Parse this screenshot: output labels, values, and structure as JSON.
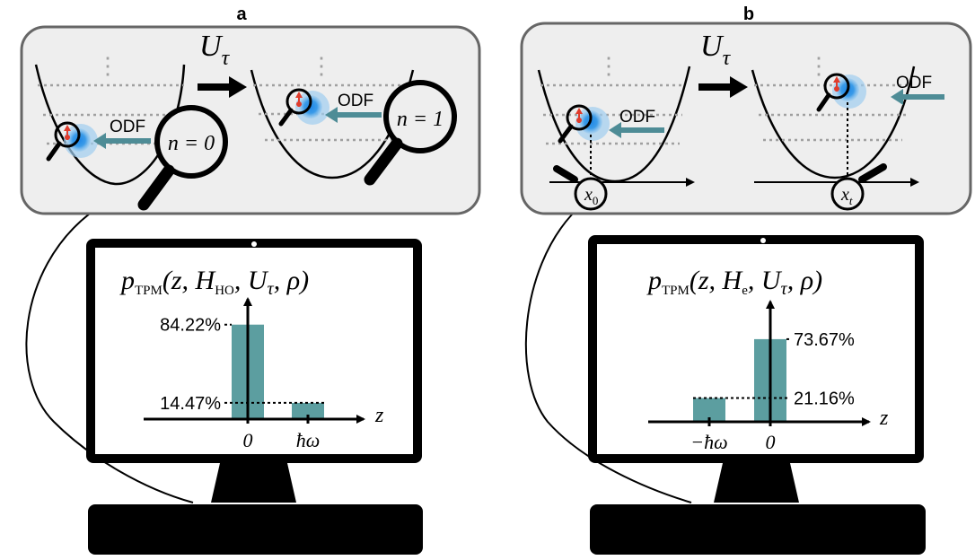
{
  "panels": [
    {
      "id": "a",
      "label": "a",
      "operator": "U",
      "operator_sub": "τ",
      "odf_left": "ODF",
      "odf_right": "ODF",
      "mag_left": "n = 0",
      "mag_right": "n = 1",
      "vdots": "⋮",
      "screen": {
        "p": "p",
        "p_sub": "TPM",
        "args_open": "(z, H",
        "H_sub": "HO",
        "args_mid": ", U",
        "U_sub": "τ",
        "args_close": ", ρ)",
        "x_axis_label": "z"
      },
      "chart_data": {
        "type": "bar",
        "categories": [
          "0",
          "ħω"
        ],
        "values": [
          84.22,
          14.47
        ],
        "value_labels": [
          "84.22%",
          "14.47%"
        ],
        "xlabel": "z",
        "ylabel": "p_TPM(z, H_HO, U_τ, ρ)"
      }
    },
    {
      "id": "b",
      "label": "b",
      "operator": "U",
      "operator_sub": "τ",
      "odf_left": "ODF",
      "odf_right": "ODF",
      "pos_left": "x",
      "pos_left_sub": "0",
      "pos_right": "x",
      "pos_right_sub": "t",
      "vdots": "⋮",
      "screen": {
        "p": "p",
        "p_sub": "TPM",
        "args_open": "(z, H",
        "H_sub": "e",
        "args_mid": ", U",
        "U_sub": "τ",
        "args_close": ", ρ)",
        "x_axis_label": "z"
      },
      "chart_data": {
        "type": "bar",
        "categories": [
          "−ħω",
          "0"
        ],
        "values": [
          21.16,
          73.67
        ],
        "value_labels": [
          "21.16%",
          "73.67%"
        ],
        "xlabel": "z",
        "ylabel": "p_TPM(z, H_e, U_τ, ρ)"
      }
    }
  ],
  "colors": {
    "panel_fill": "#eeeeee",
    "panel_stroke": "#666666",
    "bar": "#5c9ea0",
    "odf_arrow": "#4e8c96",
    "atom": "#2a8ee0",
    "atom_halo": "#8ec4ef",
    "spin": "#e03c2c",
    "level": "#a0a0a0",
    "monitor": "#000000"
  }
}
